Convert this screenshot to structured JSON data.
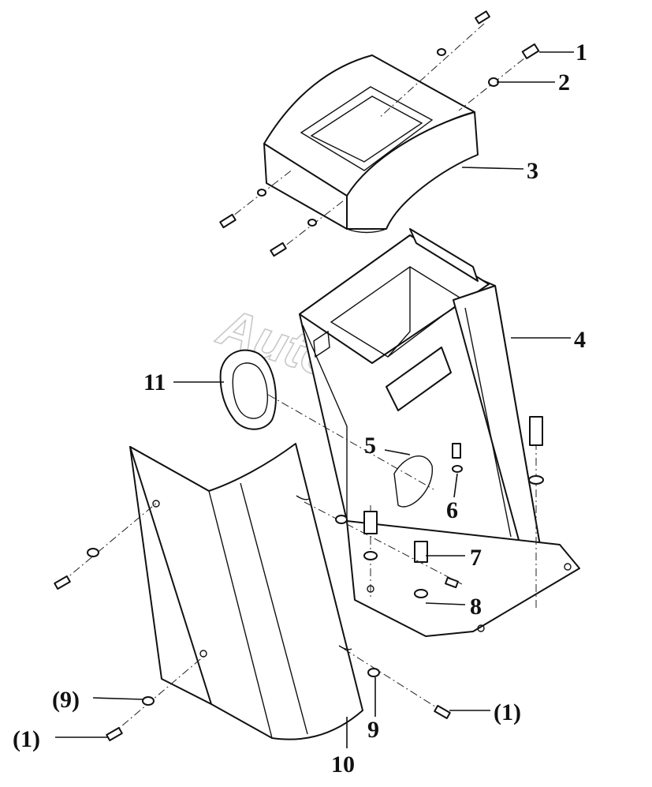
{
  "watermark": "AutoSoft",
  "callouts": [
    {
      "id": "c1",
      "text": "1"
    },
    {
      "id": "c2",
      "text": "2"
    },
    {
      "id": "c3",
      "text": "3"
    },
    {
      "id": "c4",
      "text": "4"
    },
    {
      "id": "c11",
      "text": "11"
    },
    {
      "id": "c5",
      "text": "5"
    },
    {
      "id": "c6",
      "text": "6"
    },
    {
      "id": "c7",
      "text": "7"
    },
    {
      "id": "c8",
      "text": "8"
    },
    {
      "id": "c9a",
      "text": "(9)"
    },
    {
      "id": "c1a",
      "text": "(1)"
    },
    {
      "id": "c9b",
      "text": "9"
    },
    {
      "id": "c1b",
      "text": "(1)"
    },
    {
      "id": "c10",
      "text": "10"
    }
  ]
}
